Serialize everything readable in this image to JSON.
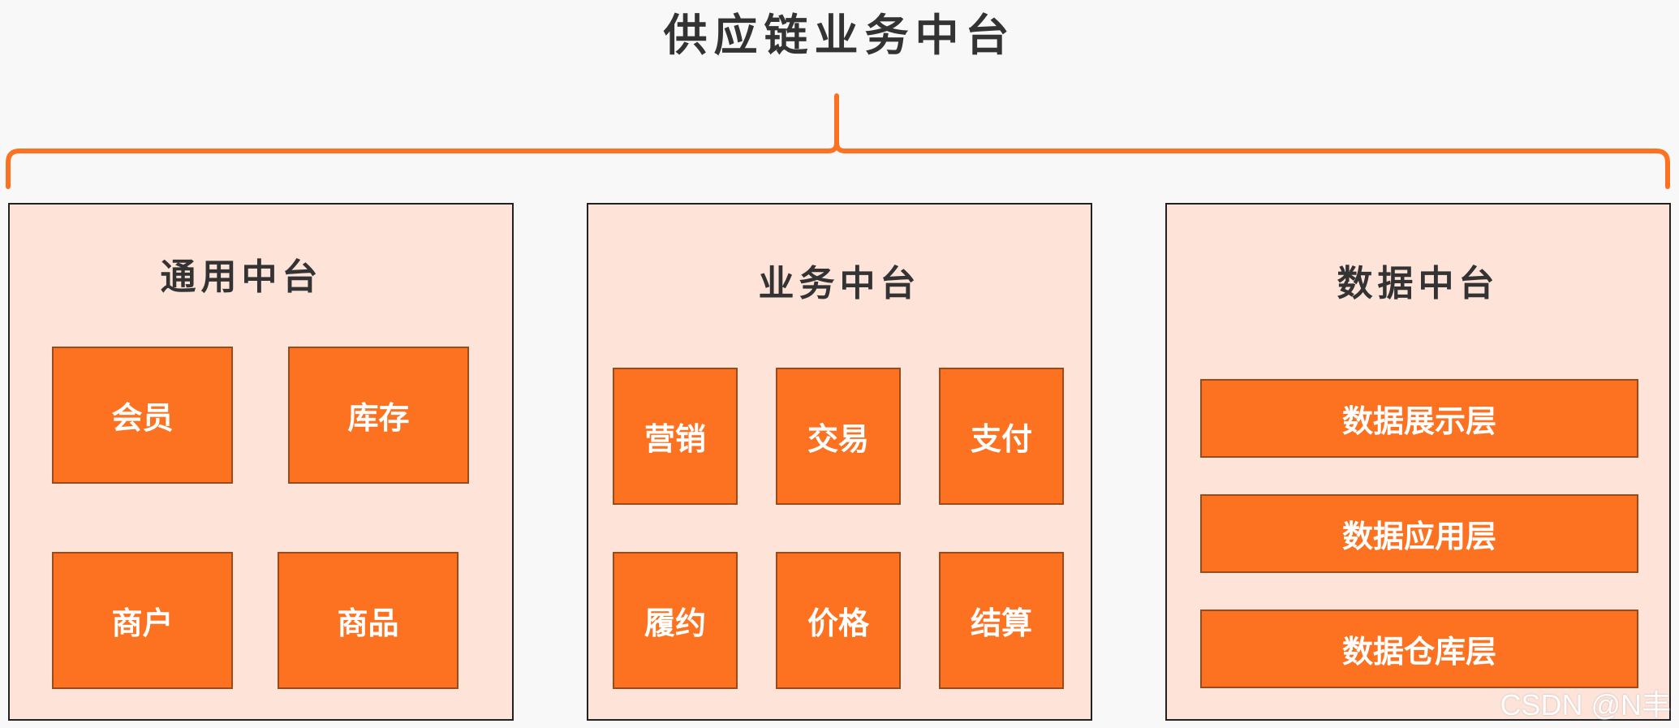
{
  "title": "供应链业务中台",
  "accent_color": "#fc7220",
  "panel_color": "#fee3d9",
  "panels": [
    {
      "title": "通用中台",
      "items": [
        "会员",
        "库存",
        "商户",
        "商品"
      ]
    },
    {
      "title": "业务中台",
      "items": [
        "营销",
        "交易",
        "支付",
        "履约",
        "价格",
        "结算"
      ]
    },
    {
      "title": "数据中台",
      "items": [
        "数据展示层",
        "数据应用层",
        "数据仓库层"
      ]
    }
  ],
  "watermark": "CSDN @N丰"
}
